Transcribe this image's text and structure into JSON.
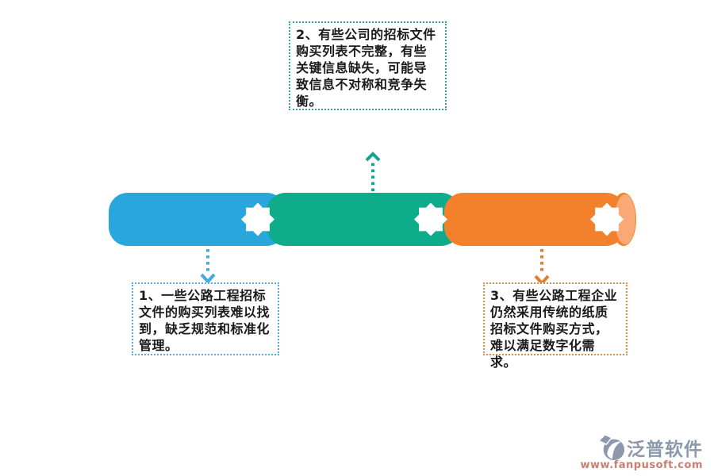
{
  "diagram": {
    "callouts": [
      {
        "id": "1",
        "text": "1、一些公路工程招标文件的购买列表难以找到，缺乏规范和标准化管理。"
      },
      {
        "id": "2",
        "text": "2、有些公司的招标文件购买列表不完整，有些关键信息缺失，可能导致信息不对称和竞争失衡。"
      },
      {
        "id": "3",
        "text": "3、有些公路工程企业仍然采用传统的纸质招标文件购买方式，难以满足数字化需求。"
      }
    ],
    "icons": {
      "segment_badge": "eight-point-star"
    },
    "colors": {
      "segment_blue": "#29A7DD",
      "segment_green": "#0FAC8C",
      "segment_orange": "#F3802B",
      "cap_light_orange": "#F9A975",
      "star_white": "#FFFFFF",
      "arrow_blue": "#45AADC",
      "arrow_teal": "#16A28F",
      "arrow_orange": "#E07E35",
      "box1_border": "#58ACDC",
      "box2_border": "#2FA59B",
      "box3_border": "#DE8A42",
      "text": "#1A1A1A",
      "watermark_gray": "#8C98AC",
      "watermark_red": "#C97F72"
    }
  },
  "watermark": {
    "brand": "泛普软件",
    "url": "www.fanpusoft.com"
  }
}
